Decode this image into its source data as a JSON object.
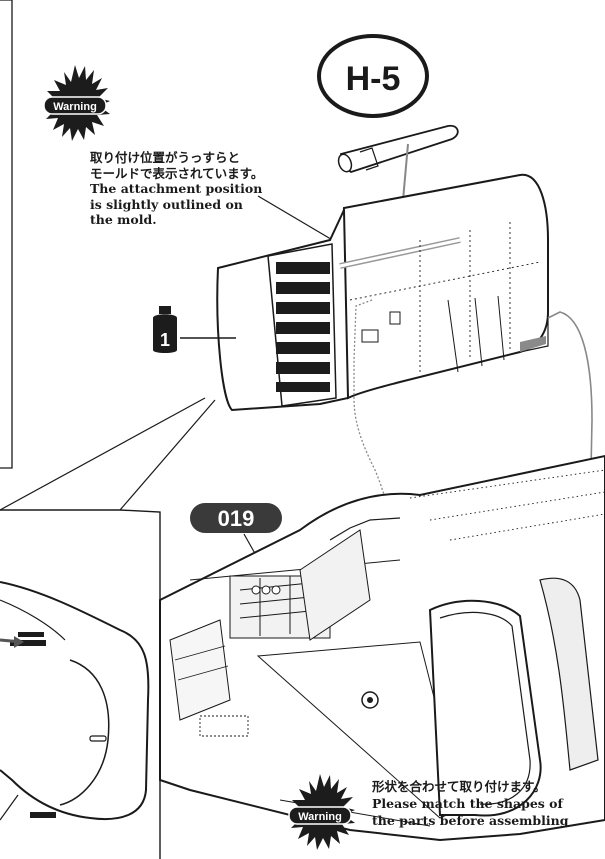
{
  "part_label": "H-5",
  "step_label": "019",
  "paint_label": "1",
  "warning_top": {
    "badge": "Warning",
    "lines": [
      "取り付け位置がうっすらと",
      "モールドで表示されています。",
      "The attachment position",
      "is slightly outlined on",
      "the mold."
    ]
  },
  "warning_bottom": {
    "badge": "Warning",
    "lines": [
      "形状を合わせて取り付けます。",
      "Please match the shapes of",
      "the parts before assembling"
    ]
  },
  "colors": {
    "line": "#1a1a1a",
    "step_badge": "#3a3a3a",
    "guide": "#888888",
    "panel_dark": "#1c1c1c"
  }
}
